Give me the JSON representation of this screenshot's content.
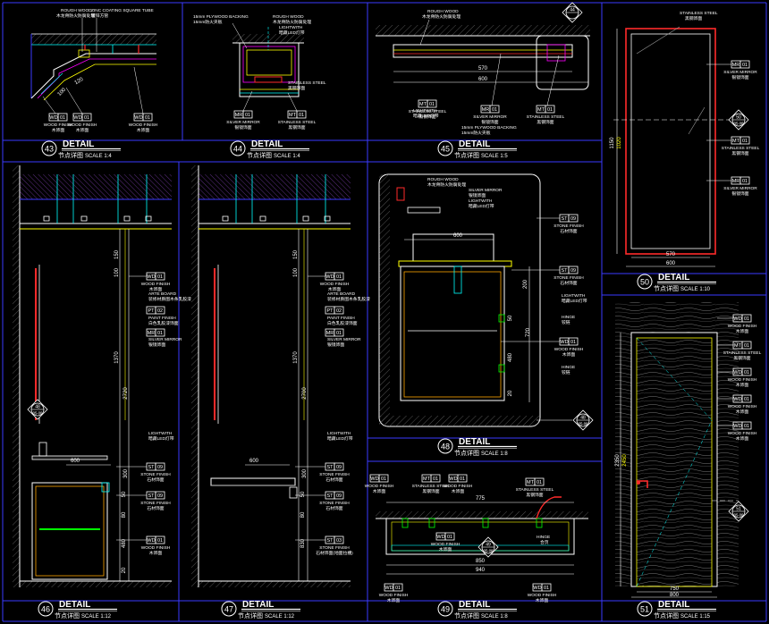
{
  "colors": {
    "background": "#000000",
    "frame": "#3a3aff",
    "white": "#ffffff",
    "yellow": "#ffff00",
    "cyan": "#00ffff",
    "red": "#ff2a2a",
    "green": "#00ff00",
    "magenta": "#ff00ff",
    "orange": "#ffa500",
    "grey": "#9a9a9a"
  },
  "title_block": {
    "title": "DETAIL",
    "sub": "节点详图"
  },
  "details": {
    "d43": {
      "num": "43",
      "scale": "SCALE 1:4",
      "notes": [
        "ROUGH WOOD",
        "木龙骨防火防腐处理",
        "ZINC COATING SQUARE TUBE",
        "镀锌方管"
      ],
      "dims": [
        "100",
        "120"
      ],
      "tags": [
        {
          "code": "WD",
          "no": "01",
          "en": "WOOD FINISH",
          "cn": "木饰面"
        },
        {
          "code": "WD",
          "no": "01",
          "en": "WOOD FINISH",
          "cn": "木饰面"
        },
        {
          "code": "WD",
          "no": "01",
          "en": "WOOD FINISH",
          "cn": "木饰面"
        }
      ]
    },
    "d44": {
      "num": "44",
      "scale": "SCALE 1:4",
      "notes": [
        "15mm PLYWOOD BACKING",
        "15mm防火夹板",
        "ROUGH WOOD",
        "木龙骨防火防腐处理",
        "LIGHTWITH",
        "暗藏LED灯带",
        "STAINLESS STEEL",
        "黑钢饰面"
      ],
      "tags": [
        {
          "code": "MR",
          "no": "01",
          "en": "SILVER MIRROR",
          "cn": "银镜饰面"
        },
        {
          "code": "MT",
          "no": "01",
          "en": "STAINLESS STEEL",
          "cn": "黑钢饰面"
        }
      ]
    },
    "d45": {
      "num": "45",
      "scale": "SCALE 1:5",
      "notes": [
        "ROUGH WOOD",
        "木龙骨防火防腐处理",
        "LIGHTWITH",
        "暗藏LED灯带",
        "15mm PLYWOOD BACKING",
        "15mm防火夹板"
      ],
      "dims": [
        "570",
        "600"
      ],
      "marker": {
        "top": "44",
        "bottom": ""
      },
      "tags": [
        {
          "code": "MT",
          "no": "01",
          "en": "STAINLESS STEEL",
          "cn": "黑钢饰面"
        },
        {
          "code": "MR",
          "no": "01",
          "en": "SILVER MIRROR",
          "cn": "银镜饰面"
        },
        {
          "code": "MT",
          "no": "01",
          "en": "STAINLESS STEEL",
          "cn": "黑钢饰面"
        }
      ]
    },
    "d46": {
      "num": "46",
      "scale": "SCALE 1:12",
      "dims": [
        "150",
        "100",
        "1370",
        "2720",
        "600",
        "300",
        "50",
        "80",
        "480",
        "20"
      ],
      "marker": {
        "top": "48",
        "bottom": "05-06"
      },
      "tags": [
        {
          "code": "WD",
          "no": "01",
          "en": "WOOD FINISH",
          "cn": "木饰面"
        },
        {
          "code": "ST",
          "no": "09",
          "en": "STONE FINISH",
          "cn": "石材饰面"
        },
        {
          "code": "ST",
          "no": "09",
          "en": "STONE FINISH",
          "cn": "石材饰面"
        },
        {
          "code": "WD",
          "no": "01",
          "en": "WOOD FINISH",
          "cn": "木饰面"
        }
      ],
      "notes": [
        "WOOD FINISH",
        "天花木质挂板",
        "ARTE BOARD",
        "装修材质图木条乳胶漆",
        "PAINT FINISH",
        "白色乳胶漆饰面",
        "SILVER MIRROR",
        "银镜饰面",
        "LIGHTWITH",
        "暗藏LED灯带"
      ],
      "small_tags": [
        {
          "code": "PT",
          "no": "02"
        },
        {
          "code": "MR",
          "no": "01"
        }
      ]
    },
    "d47": {
      "num": "47",
      "scale": "SCALE 1:12",
      "dims": [
        "150",
        "100",
        "1370",
        "2700",
        "600",
        "300",
        "50",
        "80",
        "830"
      ],
      "tags": [
        {
          "code": "WD",
          "no": "01",
          "en": "WOOD FINISH",
          "cn": "木饰面"
        },
        {
          "code": "ST",
          "no": "09",
          "en": "STONE FINISH",
          "cn": "石材饰面"
        },
        {
          "code": "ST",
          "no": "09",
          "en": "STONE FINISH",
          "cn": "石材饰面"
        },
        {
          "code": "ST",
          "no": "03",
          "en": "STONE FINISH",
          "cn": "石材饰面(地面拉槽)"
        }
      ],
      "notes": [
        "WOOD FINISH",
        "天花木质挂板",
        "ARTE BOARD",
        "装修材质图木条乳胶漆",
        "PAINT FINISH",
        "白色乳胶漆饰面",
        "SILVER MIRROR",
        "银镜饰面",
        "LIGHTWITH",
        "暗藏LED灯带"
      ],
      "small_tags": [
        {
          "code": "PT",
          "no": "02"
        },
        {
          "code": "MR",
          "no": "01"
        }
      ]
    },
    "d48": {
      "num": "48",
      "scale": "SCALE 1:8",
      "notes": [
        "ROUGH WOOD",
        "木龙骨防火防腐处理",
        "SILVER MIRROR",
        "银镜饰面",
        "LIGHTWITH",
        "暗藏LED灯带",
        "LIGHTWITH",
        "暗藏LED灯带",
        "HINGE",
        "铰链",
        "HINGE",
        "铰链"
      ],
      "dims": [
        "600",
        "200",
        "50",
        "720",
        "480",
        "20"
      ],
      "marker": {
        "top": "48",
        "bottom": "05-06"
      },
      "tags": [
        {
          "code": "ST",
          "no": "09",
          "en": "STONE FINISH",
          "cn": "石材饰面"
        },
        {
          "code": "ST",
          "no": "09",
          "en": "STONE FINISH",
          "cn": "石材饰面"
        },
        {
          "code": "WD",
          "no": "01",
          "en": "WOOD FINISH",
          "cn": "木饰面"
        }
      ]
    },
    "d49": {
      "num": "49",
      "scale": "SCALE 1:8",
      "dims": [
        "775",
        "850",
        "940"
      ],
      "marker": {
        "top": "49",
        "bottom": "05-06"
      },
      "notes": [
        "HINGE",
        "合页"
      ],
      "tags": [
        {
          "code": "WD",
          "no": "01",
          "en": "WOOD FINISH",
          "cn": "木饰面"
        },
        {
          "code": "MT",
          "no": "01",
          "en": "STAINLESS STEEL",
          "cn": "黑钢饰面"
        },
        {
          "code": "WD",
          "no": "01",
          "en": "WOOD FINISH",
          "cn": "木饰面"
        },
        {
          "code": "MT",
          "no": "01",
          "en": "STAINLESS STEEL",
          "cn": "黑钢饰面"
        },
        {
          "code": "WD",
          "no": "01",
          "en": "WOOD FINISH",
          "cn": "木饰面"
        },
        {
          "code": "WD",
          "no": "01",
          "en": "WOOD FINISH",
          "cn": "木饰面"
        },
        {
          "code": "WD",
          "no": "01",
          "en": "WOOD FINISH",
          "cn": "木饰面"
        }
      ]
    },
    "d50": {
      "num": "50",
      "scale": "SCALE 1:10",
      "dims": [
        "1150",
        "1020",
        "570",
        "600"
      ],
      "marker": {
        "top": "50",
        "bottom": "05-06"
      },
      "notes": [
        "STAINLESS STEEL",
        "黑钢饰面"
      ],
      "tags": [
        {
          "code": "MR",
          "no": "01",
          "en": "SILVER MIRROR",
          "cn": "银镜饰面"
        },
        {
          "code": "MT",
          "no": "01",
          "en": "STAINLESS STEEL",
          "cn": "黑钢饰面"
        },
        {
          "code": "MR",
          "no": "01",
          "en": "SILVER MIRROR",
          "cn": "银镜饰面"
        }
      ]
    },
    "d51": {
      "num": "51",
      "scale": "SCALE 1:15",
      "dims": [
        "2350",
        "2450",
        "750",
        "800"
      ],
      "marker": {
        "top": "51",
        "bottom": "05-06"
      },
      "tags": [
        {
          "code": "WD",
          "no": "01",
          "en": "WOOD FINISH",
          "cn": "木饰面"
        },
        {
          "code": "MT",
          "no": "01",
          "en": "STAINLESS STEEL",
          "cn": "黑钢饰面"
        },
        {
          "code": "WD",
          "no": "01",
          "en": "WOOD FINISH",
          "cn": "木饰面"
        },
        {
          "code": "WD",
          "no": "01",
          "en": "WOOD FINISH",
          "cn": "木饰面"
        },
        {
          "code": "WD",
          "no": "01",
          "en": "WOOD FINISH",
          "cn": "木饰面"
        }
      ]
    }
  }
}
